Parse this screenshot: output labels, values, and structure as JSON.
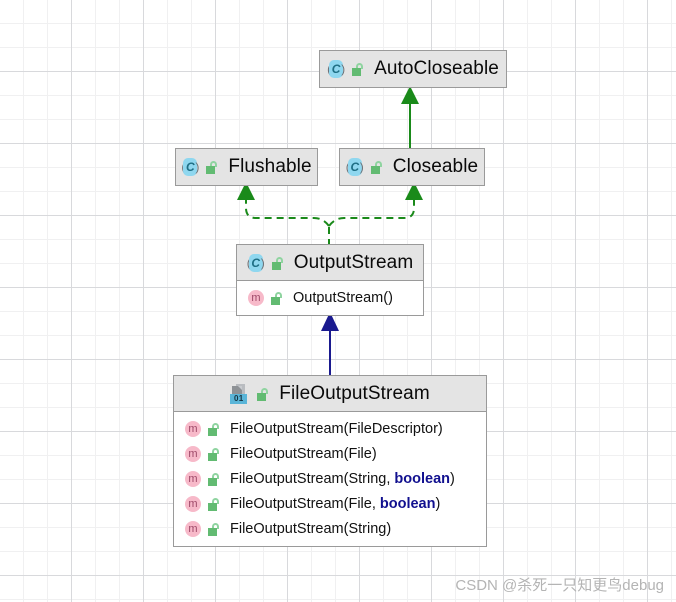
{
  "diagram": {
    "title": "Java IO class hierarchy (UML)",
    "colors": {
      "interface_arrow": "#1a8a1a",
      "inheritance_arrow": "#1a1a8f",
      "realization_dash": "#1a8a1a",
      "node_header_bg": "#e4e4e4",
      "node_border": "#9a9a9a",
      "keyword_blue": "#11108f",
      "grid_minor": "#f0f0f1",
      "grid_major": "#d8d9dc"
    },
    "nodes": [
      {
        "id": "autocloseable",
        "name": "AutoCloseable",
        "icon": "interface-icon",
        "visibility_icon": "public-lock-icon",
        "members": []
      },
      {
        "id": "flushable",
        "name": "Flushable",
        "icon": "interface-icon",
        "visibility_icon": "public-lock-icon",
        "members": []
      },
      {
        "id": "closeable",
        "name": "Closeable",
        "icon": "interface-icon",
        "visibility_icon": "public-lock-icon",
        "members": []
      },
      {
        "id": "outputstream",
        "name": "OutputStream",
        "icon": "interface-icon",
        "visibility_icon": "public-lock-icon",
        "members": [
          {
            "icon": "method-icon",
            "visibility_icon": "public-lock-icon",
            "label": "OutputStream()"
          }
        ]
      },
      {
        "id": "fileoutputstream",
        "name": "FileOutputStream",
        "icon": "binary-class-icon",
        "visibility_icon": "public-lock-icon",
        "members": [
          {
            "icon": "method-icon",
            "visibility_icon": "public-lock-icon",
            "label": "FileOutputStream(FileDescriptor)"
          },
          {
            "icon": "method-icon",
            "visibility_icon": "public-lock-icon",
            "label": "FileOutputStream(File)"
          },
          {
            "icon": "method-icon",
            "visibility_icon": "public-lock-icon",
            "label": "FileOutputStream(String, ",
            "keyword": "boolean",
            "label_end": ")"
          },
          {
            "icon": "method-icon",
            "visibility_icon": "public-lock-icon",
            "label": "FileOutputStream(File, ",
            "keyword": "boolean",
            "label_end": ")"
          },
          {
            "icon": "method-icon",
            "visibility_icon": "public-lock-icon",
            "label": "FileOutputStream(String)"
          }
        ]
      }
    ],
    "edges": [
      {
        "from": "closeable",
        "to": "autocloseable",
        "style": "solid",
        "kind": "extends-interface"
      },
      {
        "from": "outputstream",
        "to": "flushable",
        "style": "dashed",
        "kind": "implements"
      },
      {
        "from": "outputstream",
        "to": "closeable",
        "style": "dashed",
        "kind": "implements"
      },
      {
        "from": "fileoutputstream",
        "to": "outputstream",
        "style": "solid",
        "kind": "extends-class"
      }
    ],
    "binary_badge_text": "01"
  },
  "watermark": {
    "text": "CSDN @杀死一只知更鸟debug"
  }
}
